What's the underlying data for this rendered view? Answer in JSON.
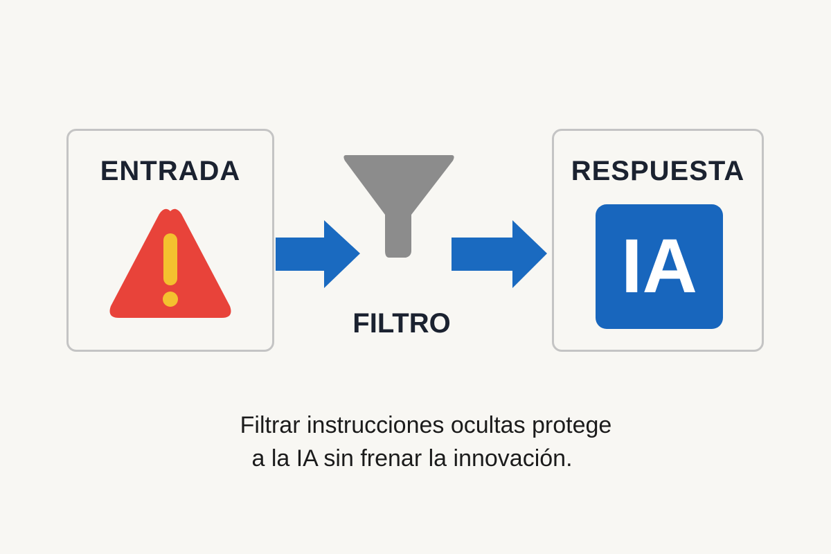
{
  "input_box": {
    "label": "ENTRADA",
    "icon": "warning-triangle-icon"
  },
  "filter": {
    "label": "FILTRO",
    "icon": "funnel-icon"
  },
  "response_box": {
    "label": "RESPUESTA",
    "badge": "IA"
  },
  "caption": {
    "line1": "Filtrar instrucciones ocultas protege",
    "line2": "a la IA sin frenar la innovación."
  },
  "colors": {
    "arrow": "#1a6ac0",
    "warning": "#e8433a",
    "exclamation": "#f4c12f",
    "funnel": "#8c8c8c",
    "badge": "#1866bd"
  }
}
